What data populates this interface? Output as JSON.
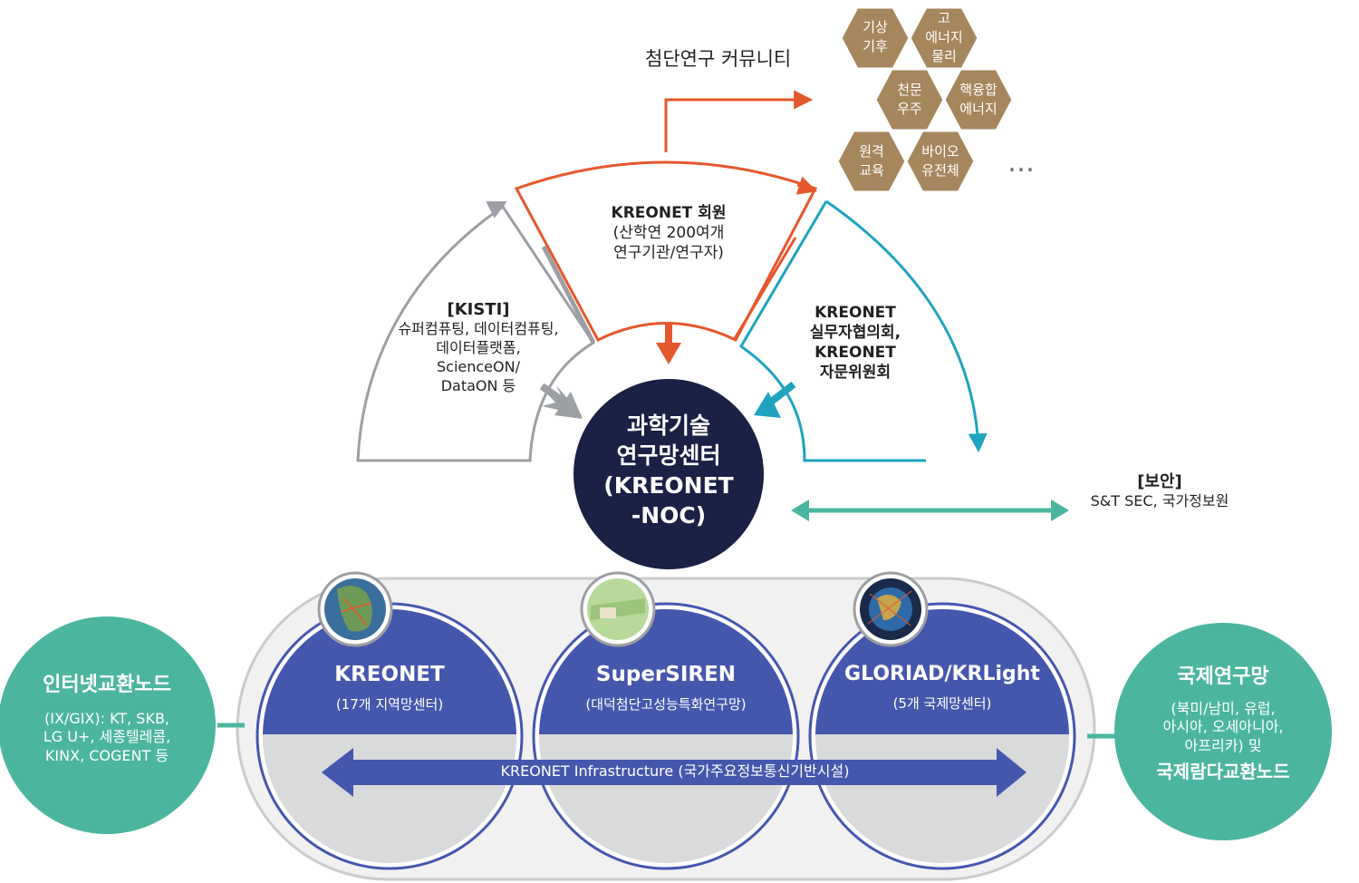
{
  "community": {
    "title": "첨단연구 커뮤니티",
    "hexes": [
      {
        "line1": "기상",
        "line2": "기후"
      },
      {
        "line1": "고",
        "line2": "에너지",
        "line3": "물리"
      },
      {
        "line1": "천문",
        "line2": "우주"
      },
      {
        "line1": "핵융합",
        "line2": "에너지"
      },
      {
        "line1": "원격",
        "line2": "교육"
      },
      {
        "line1": "바이오",
        "line2": "유전체"
      }
    ],
    "more": "…"
  },
  "members": {
    "title": "KREONET 회원",
    "line1": "(산학연 200여개",
    "line2": "연구기관/연구자)"
  },
  "kisti": {
    "title": "[KISTI]",
    "line1": "슈퍼컴퓨팅, 데이터컴퓨팅,",
    "line2": "데이터플랫폼,",
    "line3": "ScienceON/",
    "line4": "DataON 등"
  },
  "council": {
    "line1": "KREONET",
    "line2": "실무자협의회,",
    "line3": "KREONET",
    "line4": "자문위원회"
  },
  "center": {
    "line1": "과학기술",
    "line2": "연구망센터",
    "line3": "(KREONET",
    "line4": "-NOC)"
  },
  "security": {
    "title": "[보안]",
    "text": "S&T SEC, 국가정보원"
  },
  "networks": [
    {
      "name": "KREONET",
      "sub": "(17개 지역망센터)"
    },
    {
      "name": "SuperSIREN",
      "sub": "(대덕첨단고성능특화연구망)"
    },
    {
      "name": "GLORIAD/KRLight",
      "sub": "(5개 국제망센터)"
    }
  ],
  "infrastructure": "KREONET Infrastructure (국가주요정보통신기반시설)",
  "ix": {
    "title": "인터넷교환노드",
    "line1": "(IX/GIX): KT, SKB,",
    "line2": "LG U+, 세종텔레콤,",
    "line3": "KINX, COGENT 등"
  },
  "intl": {
    "title": "국제연구망",
    "line1": "(북미/남미, 유럽,",
    "line2": "아시아, 오세아니아,",
    "line3": "아프리카) 및",
    "line4": "국제람다교환노드"
  },
  "colors": {
    "orange": "#e5572c",
    "gray": "#9c9fa3",
    "teal": "#1fa3bf",
    "teal_green": "#4cb5a0",
    "navy": "#1a2144",
    "blue": "#4557ad",
    "hex_brown": "#a6865c"
  }
}
